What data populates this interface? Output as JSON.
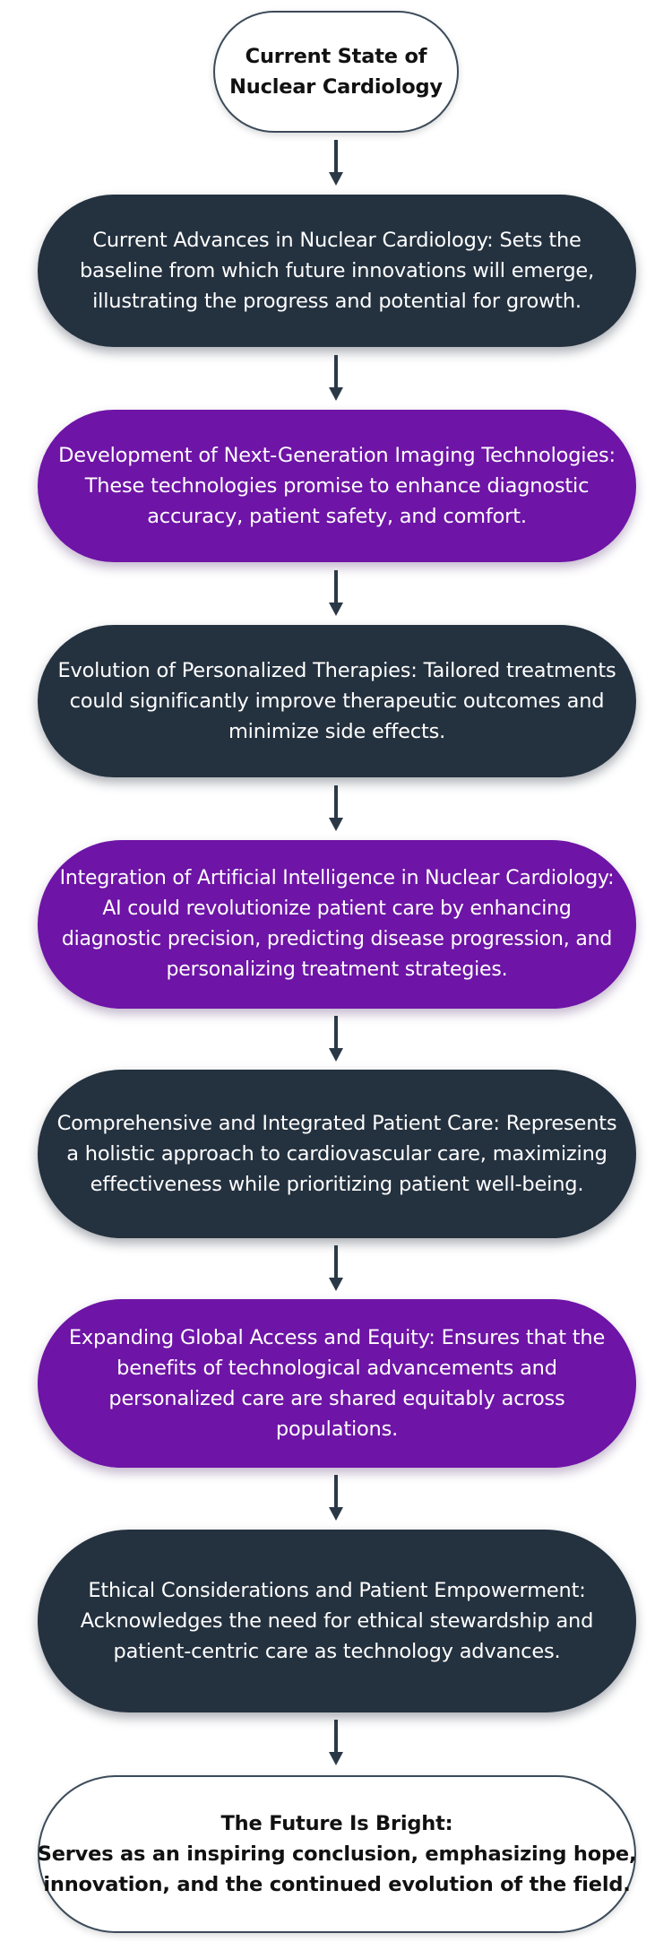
{
  "nodes": [
    {
      "id": "start",
      "style": "outline",
      "title": "Current State of Nuclear Cardiology",
      "lines": [
        "Current State of",
        "Nuclear Cardiology"
      ]
    },
    {
      "id": "current-advances",
      "style": "dark",
      "text": "Current Advances in Nuclear Cardiology: Sets the baseline from which future innovations will emerge, illustrating the progress and potential for growth.",
      "lines": [
        "Current Advances in Nuclear Cardiology: Sets the",
        "baseline from which future innovations will emerge,",
        "illustrating the progress and potential for growth."
      ]
    },
    {
      "id": "imaging-technologies",
      "style": "purple",
      "text": "Development of Next-Generation Imaging Technologies: These technologies promise to enhance diagnostic accuracy, patient safety, and comfort.",
      "lines": [
        "Development of Next-Generation Imaging Technologies:",
        "These technologies promise to enhance diagnostic",
        "accuracy, patient safety, and comfort."
      ]
    },
    {
      "id": "personalized-therapies",
      "style": "dark",
      "text": "Evolution of Personalized Therapies: Tailored treatments could significantly improve therapeutic outcomes and minimize side effects.",
      "lines": [
        "Evolution of Personalized Therapies: Tailored treatments",
        "could significantly improve therapeutic outcomes and",
        "minimize side effects."
      ]
    },
    {
      "id": "artificial-intelligence",
      "style": "purple",
      "text": "Integration of Artificial Intelligence in Nuclear Cardiology: AI could revolutionize patient care by enhancing diagnostic precision, predicting disease progression, and personalizing treatment strategies.",
      "lines": [
        "Integration of Artificial Intelligence in Nuclear Cardiology:",
        "AI could revolutionize patient care by enhancing",
        "diagnostic precision, predicting disease progression, and",
        "personalizing treatment strategies."
      ]
    },
    {
      "id": "integrated-care",
      "style": "dark",
      "text": "Comprehensive and Integrated Patient Care: Represents a holistic approach to cardiovascular care, maximizing effectiveness while prioritizing patient well-being.",
      "lines": [
        "Comprehensive and Integrated Patient Care: Represents",
        "a holistic approach to cardiovascular care, maximizing",
        "effectiveness while prioritizing patient well-being."
      ]
    },
    {
      "id": "global-access",
      "style": "purple",
      "text": "Expanding Global Access and Equity: Ensures that the benefits of technological advancements and personalized care are shared equitably across populations.",
      "lines": [
        "Expanding Global Access and Equity: Ensures that the",
        "benefits of technological advancements and",
        "personalized care are shared equitably across",
        "populations."
      ]
    },
    {
      "id": "ethical-considerations",
      "style": "dark",
      "text": "Ethical Considerations and Patient Empowerment: Acknowledges the need for ethical stewardship and patient-centric care as technology advances.",
      "lines": [
        "Ethical Considerations and Patient Empowerment:",
        "Acknowledges the need for ethical stewardship and",
        "patient-centric care as technology advances."
      ]
    },
    {
      "id": "future-bright",
      "style": "outline",
      "title": "The Future Is Bright:",
      "text": "Serves as an inspiring conclusion, emphasizing hope, innovation, and the continued evolution of the field.",
      "lines": [
        "The Future Is Bright:",
        "Serves as an inspiring conclusion, emphasizing hope,",
        "innovation, and the continued evolution of the field."
      ]
    }
  ],
  "edges": [
    {
      "from": "start",
      "to": "current-advances"
    },
    {
      "from": "current-advances",
      "to": "imaging-technologies"
    },
    {
      "from": "imaging-technologies",
      "to": "personalized-therapies"
    },
    {
      "from": "personalized-therapies",
      "to": "artificial-intelligence"
    },
    {
      "from": "artificial-intelligence",
      "to": "integrated-care"
    },
    {
      "from": "integrated-care",
      "to": "global-access"
    },
    {
      "from": "global-access",
      "to": "ethical-considerations"
    },
    {
      "from": "ethical-considerations",
      "to": "future-bright"
    }
  ],
  "colors": {
    "dark": "#24313f",
    "purple": "#6e14a6",
    "outline_border": "#3c4b5a",
    "arrow": "#2b3946"
  }
}
